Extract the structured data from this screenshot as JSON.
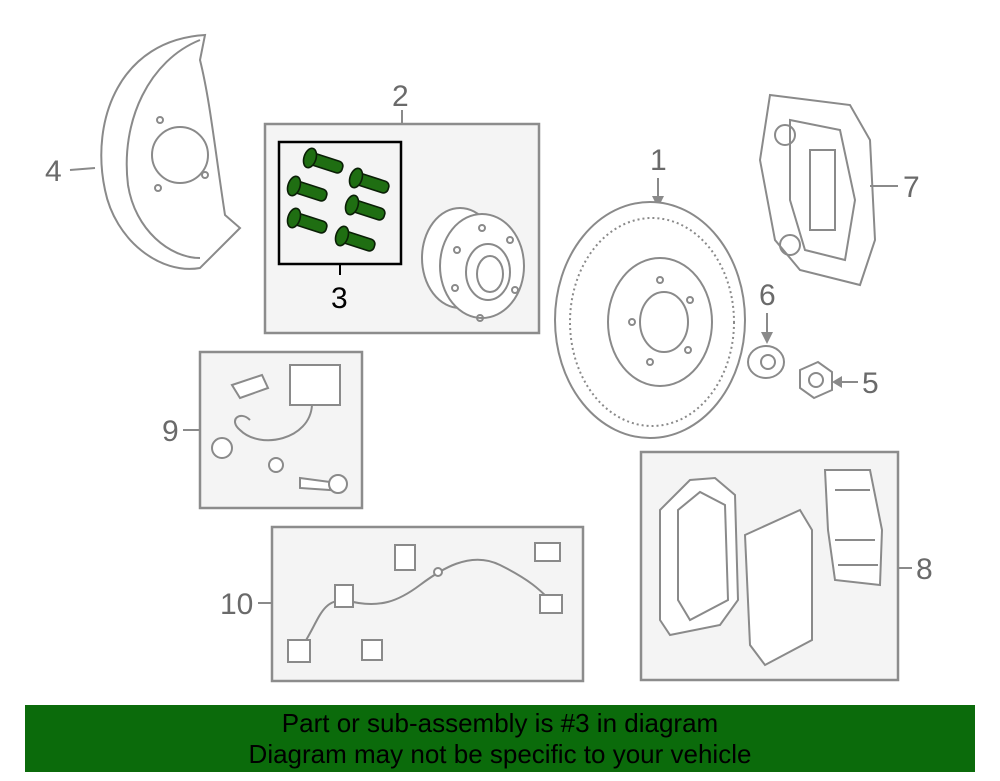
{
  "diagram": {
    "callouts": {
      "c1": "1",
      "c2": "2",
      "c3": "3",
      "c4": "4",
      "c5": "5",
      "c6": "6",
      "c7": "7",
      "c8": "8",
      "c9": "9",
      "c10": "10"
    },
    "highlight_color": "#1f6e12"
  },
  "banner": {
    "line1": "Part or sub-assembly is #3 in diagram",
    "line2": "Diagram may not be specific to your vehicle",
    "background": "#0b6b0b"
  }
}
